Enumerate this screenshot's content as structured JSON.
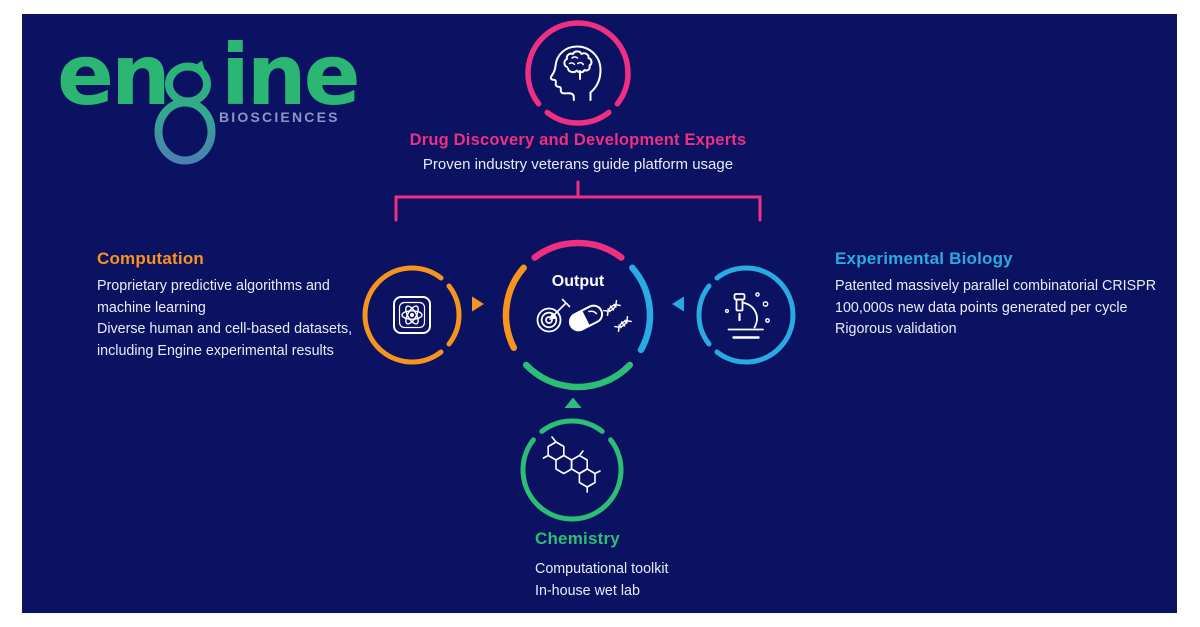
{
  "colors": {
    "page_background": "#ffffff",
    "panel_navy": "#0b1261",
    "pink": "#ee2f82",
    "orange": "#f7941d",
    "blue": "#29abe2",
    "green": "#2cbe74",
    "logo_green": "#2bb673",
    "logo_loop_teal": "#4c7fb5",
    "biosciences_gray": "#8c96c2",
    "body_text": "#e9ecf6"
  },
  "logo": {
    "brand_prefix": "en",
    "brand_suffix": "ine",
    "subtitle": "BIOSCIENCES",
    "glyph": "figure-eight-arrow-loop"
  },
  "experts": {
    "icon": "head-brain-icon",
    "title": "Drug Discovery and Development Experts",
    "subtitle": "Proven industry veterans guide platform usage"
  },
  "computation": {
    "icon": "chip-atom-icon",
    "title": "Computation",
    "lines": [
      "Proprietary predictive algorithms and",
      "machine learning",
      "Diverse human and cell-based datasets,",
      "including Engine experimental results"
    ]
  },
  "experimental_biology": {
    "icon": "microscope-icon",
    "title": "Experimental Biology",
    "lines": [
      "Patented massively parallel combinatorial CRISPR",
      "100,000s new data points generated per cycle",
      "Rigorous validation"
    ]
  },
  "chemistry": {
    "icon": "molecule-icon",
    "title": "Chemistry",
    "lines": [
      "Computational toolkit",
      "In-house wet lab"
    ]
  },
  "output": {
    "title": "Output",
    "icons": [
      "target-dart-icon",
      "capsule-icon",
      "dna-icon"
    ]
  }
}
